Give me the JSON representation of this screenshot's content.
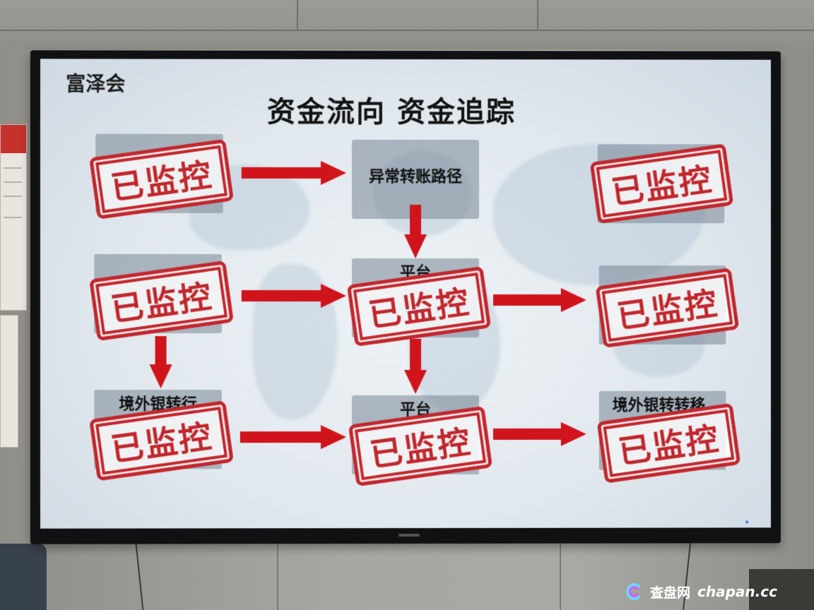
{
  "slide": {
    "brand": "富泽会",
    "title": "资金流向   资金追踪"
  },
  "nodes": {
    "top_left": {
      "label": "",
      "stamp": "已监控"
    },
    "top_middle": {
      "label": "异常转账路径",
      "stamp": ""
    },
    "top_right": {
      "label": "",
      "stamp": "已监控"
    },
    "mid_left": {
      "label": "",
      "stamp": "已监控"
    },
    "mid_middle": {
      "label": "平台",
      "stamp": "已监控"
    },
    "mid_right": {
      "label": "",
      "stamp": "已监控"
    },
    "bottom_left": {
      "label": "境外银转行",
      "stamp": "已监控"
    },
    "bottom_middle": {
      "label": "平台",
      "stamp": "已监控"
    },
    "bottom_right": {
      "label": "境外银转转移",
      "stamp": "已监控"
    }
  },
  "watermark": {
    "site_cn": "查盘网",
    "site_en": "chapan.cc"
  },
  "colors": {
    "stamp_red": "#c1272d",
    "arrow_red": "#d0141c",
    "node_gray": "#8a97a4"
  },
  "icons": [
    "chapan-logo-icon"
  ]
}
